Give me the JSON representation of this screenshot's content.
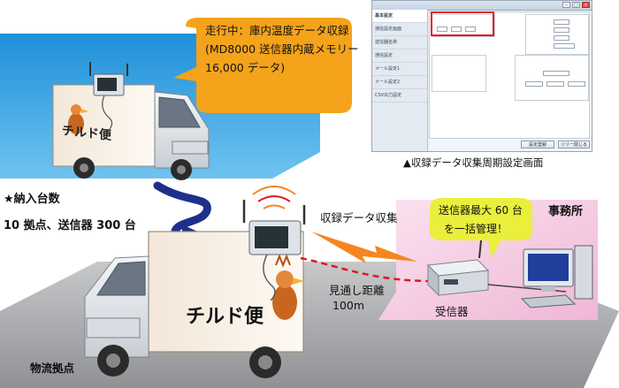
{
  "bubble_truck": {
    "line1": "走行中：庫内温度データ収録",
    "line2": "(MD8000 送信器内蔵メモリー",
    "line3": "16,000 データ)"
  },
  "screenshot": {
    "caption": "▲収録データ収集周期設定画面",
    "nav_items": [
      "基本設定",
      "通信設定画面",
      "送信器名称",
      "通信設定",
      "メール設定1",
      "メール設定2",
      "CSV出力設定"
    ],
    "button1": "設定登録",
    "button2": "ツリー閉じる"
  },
  "delivery": {
    "heading": "★納入台数",
    "detail": "10 拠点、送信器 300 台"
  },
  "collection_label": "収録データ収集",
  "distance": {
    "line1": "見通し距離",
    "line2": "100m"
  },
  "office": {
    "title": "事務所",
    "bubble_line1": "送信器最大 60 台",
    "bubble_line2": "を一括管理！",
    "receiver_label": "受信器"
  },
  "base_label": "物流拠点",
  "truck_logo": "チルド便",
  "colors": {
    "sky_blue": "#2fa3e0",
    "bubble_orange": "#f4a31b",
    "bubble_yellow": "#e9ef3b",
    "office_pink": "#f6cfe6",
    "road_gray": "#a7a9ac",
    "arrow_navy": "#1f2f8c",
    "signal_orange": "#f5861f",
    "link_red": "#e0191e"
  }
}
